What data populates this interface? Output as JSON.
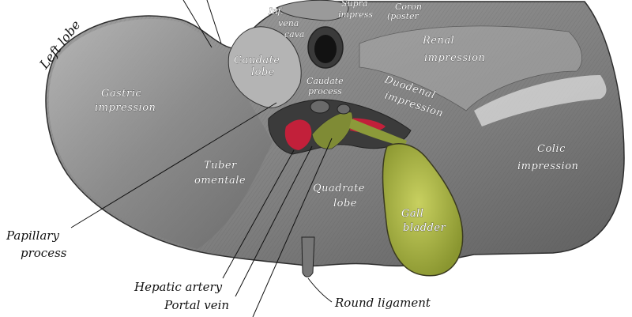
{
  "labels": {
    "left_lobe": "Left lobe",
    "gastric_impression": [
      "Gastric",
      "impression"
    ],
    "inf_vena_cava": [
      "Inf.",
      "vena",
      "cava"
    ],
    "suprarenal": "Supra",
    "suprarenal_2": "impress",
    "coronary": "Coron",
    "coronary_2": "(poster",
    "caudate_lobe": [
      "Caudate",
      "lobe"
    ],
    "caudate_process": [
      "Caudate",
      "process"
    ],
    "renal_impression": [
      "Renal",
      "impression"
    ],
    "duodenal_impression": [
      "Duodenal",
      "impression"
    ],
    "colic_impression": [
      "Colic",
      "impression"
    ],
    "tuber_omentale": [
      "Tuber",
      "omentale"
    ],
    "quadrate_lobe": [
      "Quadrate",
      "lobe"
    ],
    "gall_bladder": [
      "Gall",
      "bladder"
    ],
    "papillary_process": [
      "Papillary",
      "process"
    ],
    "hepatic_artery": "Hepatic artery",
    "portal_vein": "Portal vein",
    "round_ligament": "Round ligament"
  },
  "colors": {
    "liver": "#8f8f8f",
    "liver_dark": "#5a5a5a",
    "gall_bladder": "#a9b544",
    "artery": "#c2203a",
    "background": "#ffffff"
  }
}
